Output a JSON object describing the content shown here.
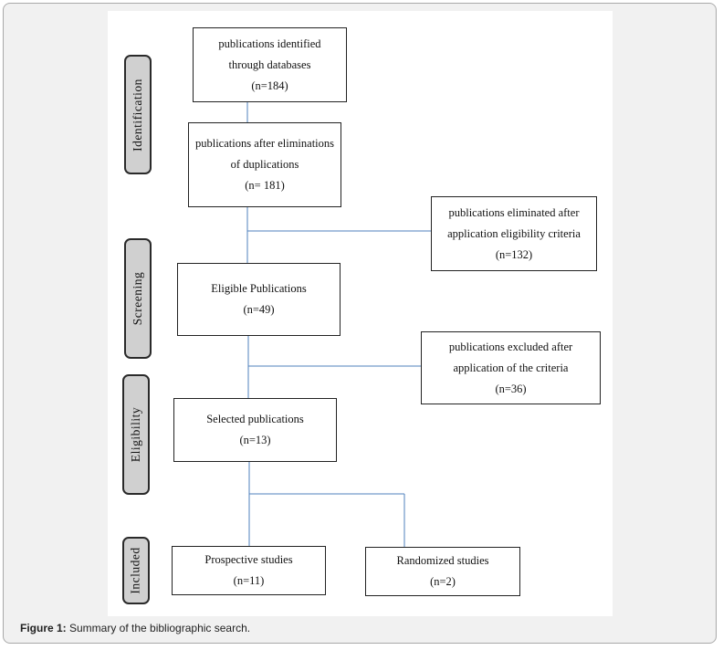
{
  "stages": {
    "identification": "Identification",
    "screening": "Screening",
    "eligibility": "Eligibility",
    "included": "Included"
  },
  "boxes": {
    "identified": [
      "publications identified",
      "through databases",
      "(n=184)"
    ],
    "after_duplicates": [
      "publications after eliminations",
      "of duplications",
      "(n= 181)"
    ],
    "eliminated_criteria": [
      "publications eliminated after",
      "application eligibility criteria",
      "(n=132)"
    ],
    "eligible": [
      "Eligible Publications",
      "(n=49)"
    ],
    "excluded_criteria": [
      "publications excluded after",
      "application of the criteria",
      "(n=36)"
    ],
    "selected": [
      "Selected publications",
      "(n=13)"
    ],
    "prospective": [
      "Prospective studies",
      "(n=11)"
    ],
    "randomized": [
      "Randomized studies",
      "(n=2)"
    ]
  },
  "caption": {
    "label": "Figure 1:",
    "text": " Summary of the bibliographic search."
  },
  "colors": {
    "connector": "#4f81bd",
    "stage_fill": "#d0d0d0"
  }
}
